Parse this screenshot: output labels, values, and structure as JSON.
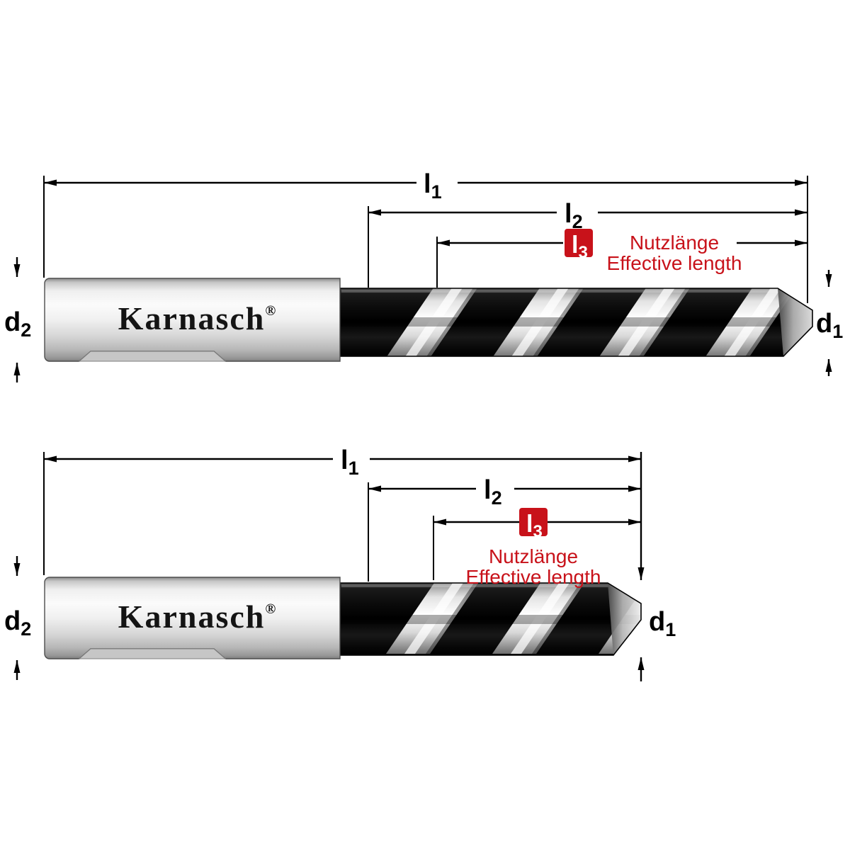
{
  "colors": {
    "accent_red": "#c8121a",
    "line_black": "#000000",
    "brand_black": "#141414",
    "box_text_white": "#ffffff"
  },
  "brand": {
    "name": "Karnasch",
    "registered_mark": "®"
  },
  "labels": {
    "l1": {
      "base": "l",
      "sub": "1"
    },
    "l2": {
      "base": "l",
      "sub": "2"
    },
    "l3": {
      "base": "l",
      "sub": "3"
    },
    "d1": {
      "base": "d",
      "sub": "1"
    },
    "d2": {
      "base": "d",
      "sub": "2"
    }
  },
  "annotations": {
    "usable_length_de": "Nutzlänge",
    "usable_length_en": "Effective length"
  }
}
